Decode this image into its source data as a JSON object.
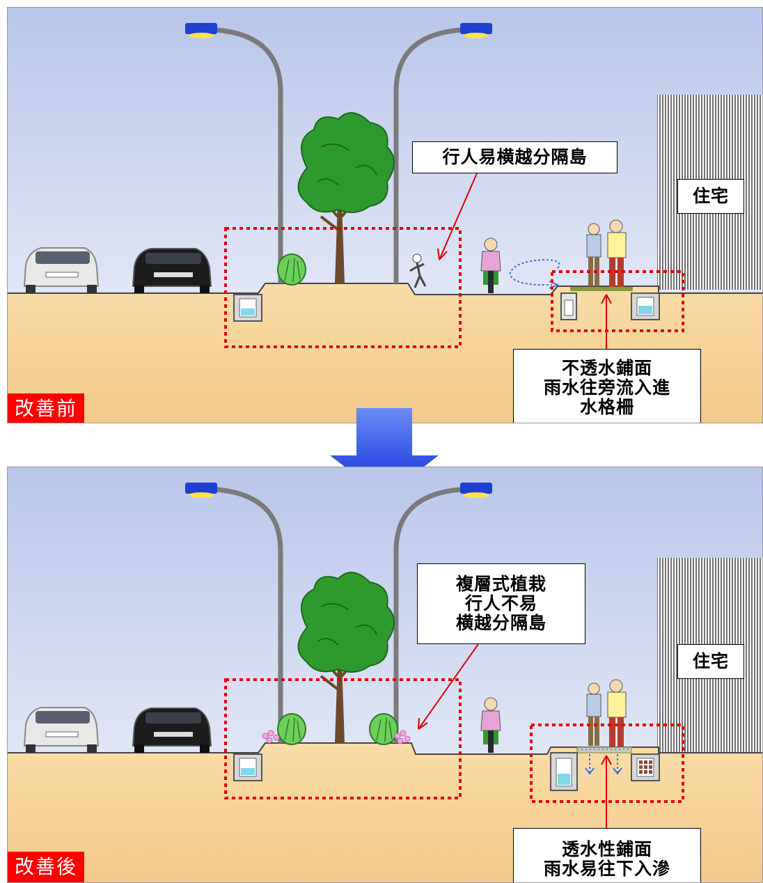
{
  "before": {
    "tag": "改善前",
    "median_callout": "行人易横越分隔島",
    "house_label": "住宅",
    "paving_callout": [
      "不透水鋪面",
      "雨水往旁流入進",
      "水格柵"
    ]
  },
  "after": {
    "tag": "改善後",
    "median_callout": [
      "複層式植栽",
      "行人不易",
      "横越分隔島"
    ],
    "house_label": "住宅",
    "paving_callout": [
      "透水性鋪面",
      "雨水易往下入滲"
    ]
  },
  "colors": {
    "tag_bg": "#ff0000",
    "dashed_box": "#e00000",
    "transition_arrow": "#1a3fe0",
    "soil": "#f7d49a",
    "sky_top": "#b9c6ea",
    "tree": "#2e9a2e"
  },
  "icons": [
    "street-lamp-icon",
    "tree-icon",
    "shrub-icon",
    "car-icon",
    "cyclist-icon",
    "pedestrian-icon",
    "drain-grate-icon"
  ]
}
